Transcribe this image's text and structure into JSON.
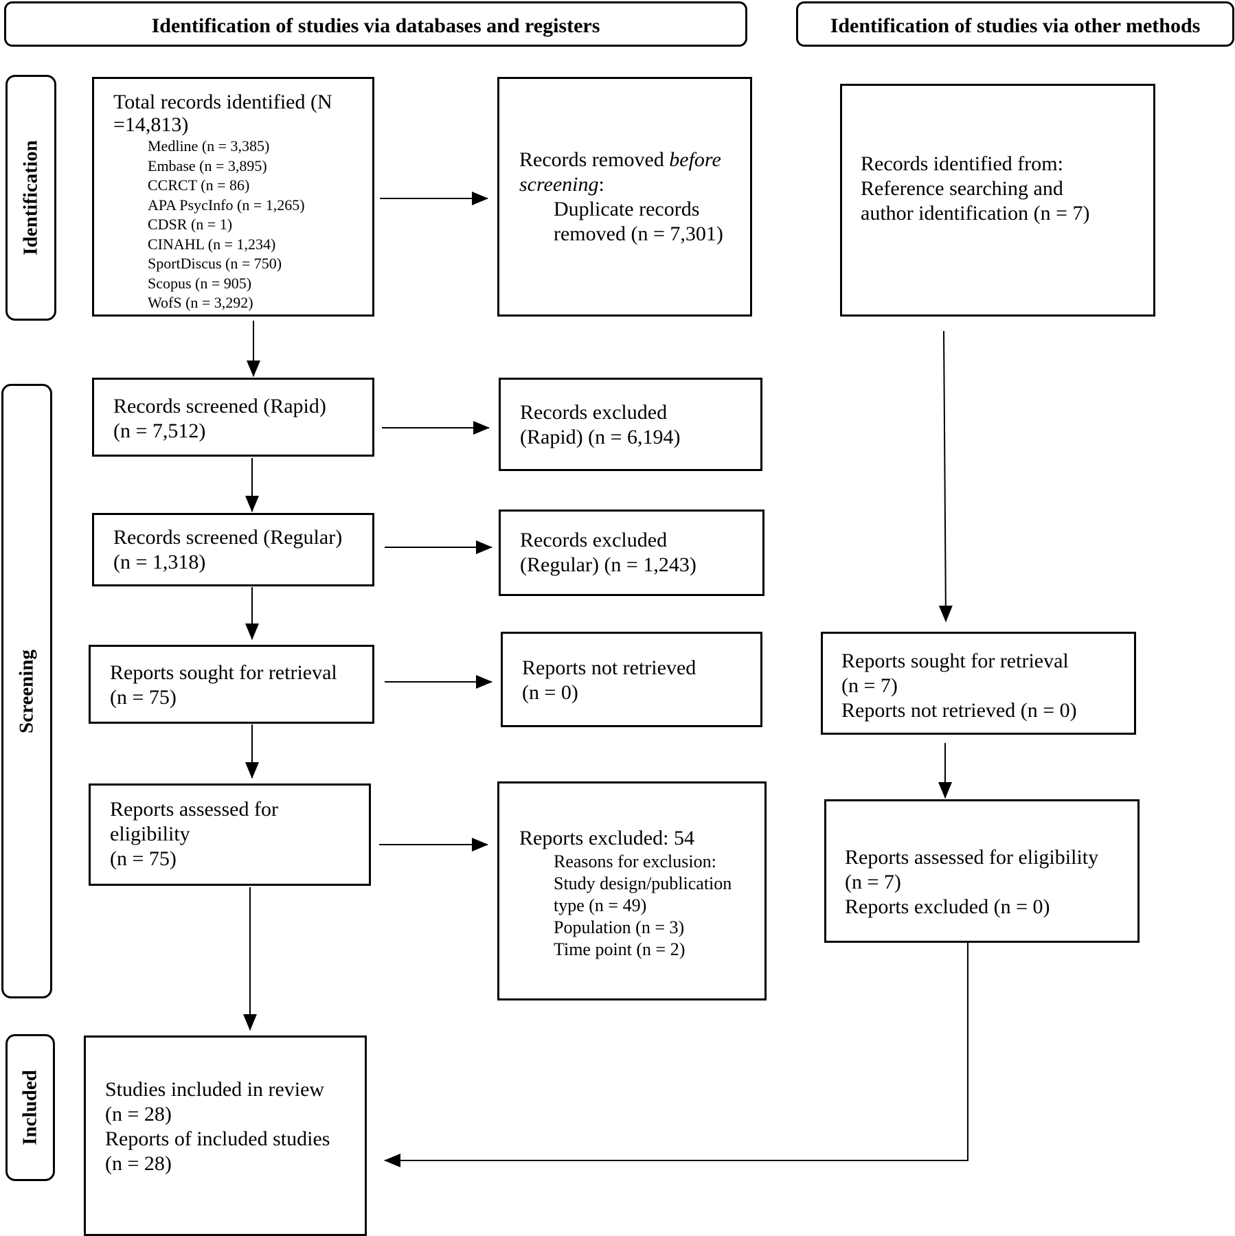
{
  "headers": {
    "databases": "Identification of studies via databases and registers",
    "other": "Identification of studies via other methods"
  },
  "phases": {
    "identification": "Identification",
    "screening": "Screening",
    "included": "Included"
  },
  "total_records": {
    "line1": "Total records identified (N",
    "line2": "=14,813)",
    "sources": [
      "Medline (n = 3,385)",
      "Embase (n = 3,895)",
      "CCRCT (n = 86)",
      "APA PsycInfo (n = 1,265)",
      "CDSR (n = 1)",
      "CINAHL (n = 1,234)",
      "SportDiscus (n = 750)",
      "Scopus (n = 905)",
      "WofS (n = 3,292)"
    ]
  },
  "removed": {
    "line1_a": "Records removed ",
    "line1_b": "before",
    "line2_a": "screening",
    "line2_b": ":",
    "line3": "Duplicate records",
    "line4": "removed (n = 7,301)"
  },
  "other_identified": {
    "line1": "Records identified from:",
    "line2": "Reference searching and",
    "line3": "author identification (n = 7)"
  },
  "screened_rapid": {
    "line1": "Records screened (Rapid)",
    "line2": "(n = 7,512)"
  },
  "excluded_rapid": {
    "line1": "Records excluded",
    "line2": "(Rapid) (n = 6,194)"
  },
  "screened_regular": {
    "line1": "Records screened (Regular)",
    "line2": "(n = 1,318)"
  },
  "excluded_regular": {
    "line1": "Records excluded",
    "line2": "(Regular) (n = 1,243)"
  },
  "sought": {
    "line1": "Reports sought for retrieval",
    "line2": "(n = 75)"
  },
  "not_retrieved": {
    "line1": "Reports not retrieved",
    "line2": "(n = 0)"
  },
  "other_sought": {
    "line1": "Reports sought for retrieval",
    "line2": "(n = 7)",
    "line3": "Reports not retrieved (n = 0)"
  },
  "assessed": {
    "line1": "Reports assessed for",
    "line2": "eligibility",
    "line3": "(n = 75)"
  },
  "reports_excluded": {
    "line1": "Reports excluded: 54",
    "reasons": [
      "Reasons for exclusion:",
      "Study design/publication",
      "type (n = 49)",
      "Population (n = 3)",
      "Time point (n = 2)"
    ]
  },
  "other_assessed": {
    "line1": "Reports assessed for eligibility",
    "line2": "(n = 7)",
    "line3": "Reports excluded (n = 0)"
  },
  "included": {
    "line1": "Studies included in review",
    "line2": "(n = 28)",
    "line3": "Reports of included studies",
    "line4": "(n = 28)"
  }
}
